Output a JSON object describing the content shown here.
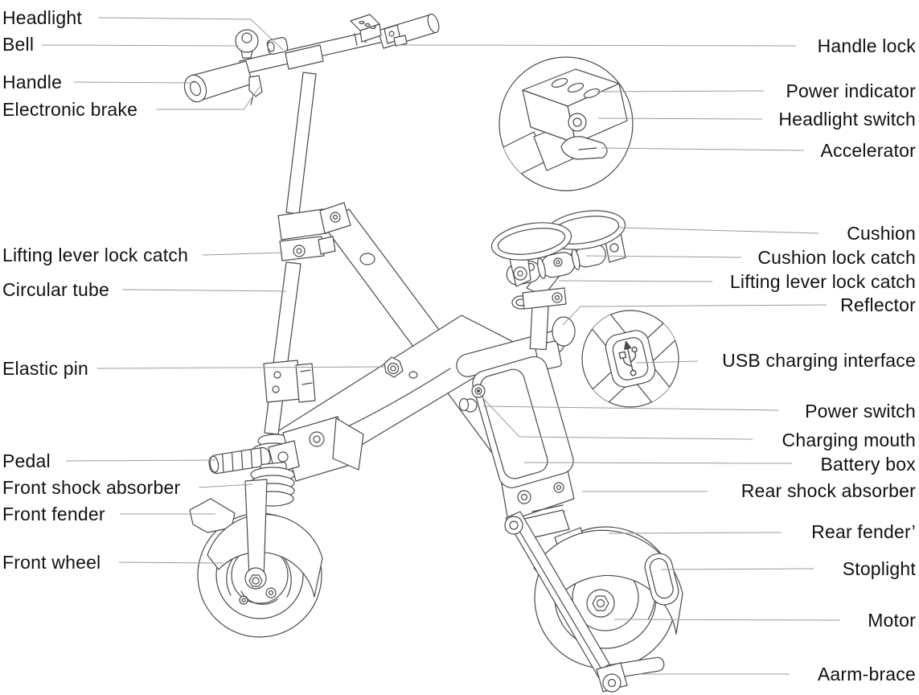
{
  "colors": {
    "background": "#ffffff",
    "drawing_line": "#4a4a4a",
    "leader_line": "#9b9b9b",
    "label_text": "#111111"
  },
  "labels": {
    "left": [
      {
        "text": "Headlight"
      },
      {
        "text": "Bell"
      },
      {
        "text": "Handle"
      },
      {
        "text": "Electronic brake"
      },
      {
        "text": "Lifting lever lock catch"
      },
      {
        "text": "Circular tube"
      },
      {
        "text": "Elastic pin"
      },
      {
        "text": "Pedal"
      },
      {
        "text": "Front shock absorber"
      },
      {
        "text": "Front fender"
      },
      {
        "text": "Front wheel"
      }
    ],
    "right": [
      {
        "text": "Handle lock"
      },
      {
        "text": "Power indicator"
      },
      {
        "text": "Headlight switch"
      },
      {
        "text": "Accelerator"
      },
      {
        "text": "Cushion"
      },
      {
        "text": "Cushion lock catch"
      },
      {
        "text": "Lifting lever lock catch"
      },
      {
        "text": "Reflector"
      },
      {
        "text": "USB charging interface"
      },
      {
        "text": "Power switch"
      },
      {
        "text": "Charging mouth"
      },
      {
        "text": "Battery box"
      },
      {
        "text": "Rear shock absorber"
      },
      {
        "text": "Rear fender’"
      },
      {
        "text": "Stoplight"
      },
      {
        "text": "Motor"
      },
      {
        "text": "Aarm-brace"
      }
    ]
  }
}
